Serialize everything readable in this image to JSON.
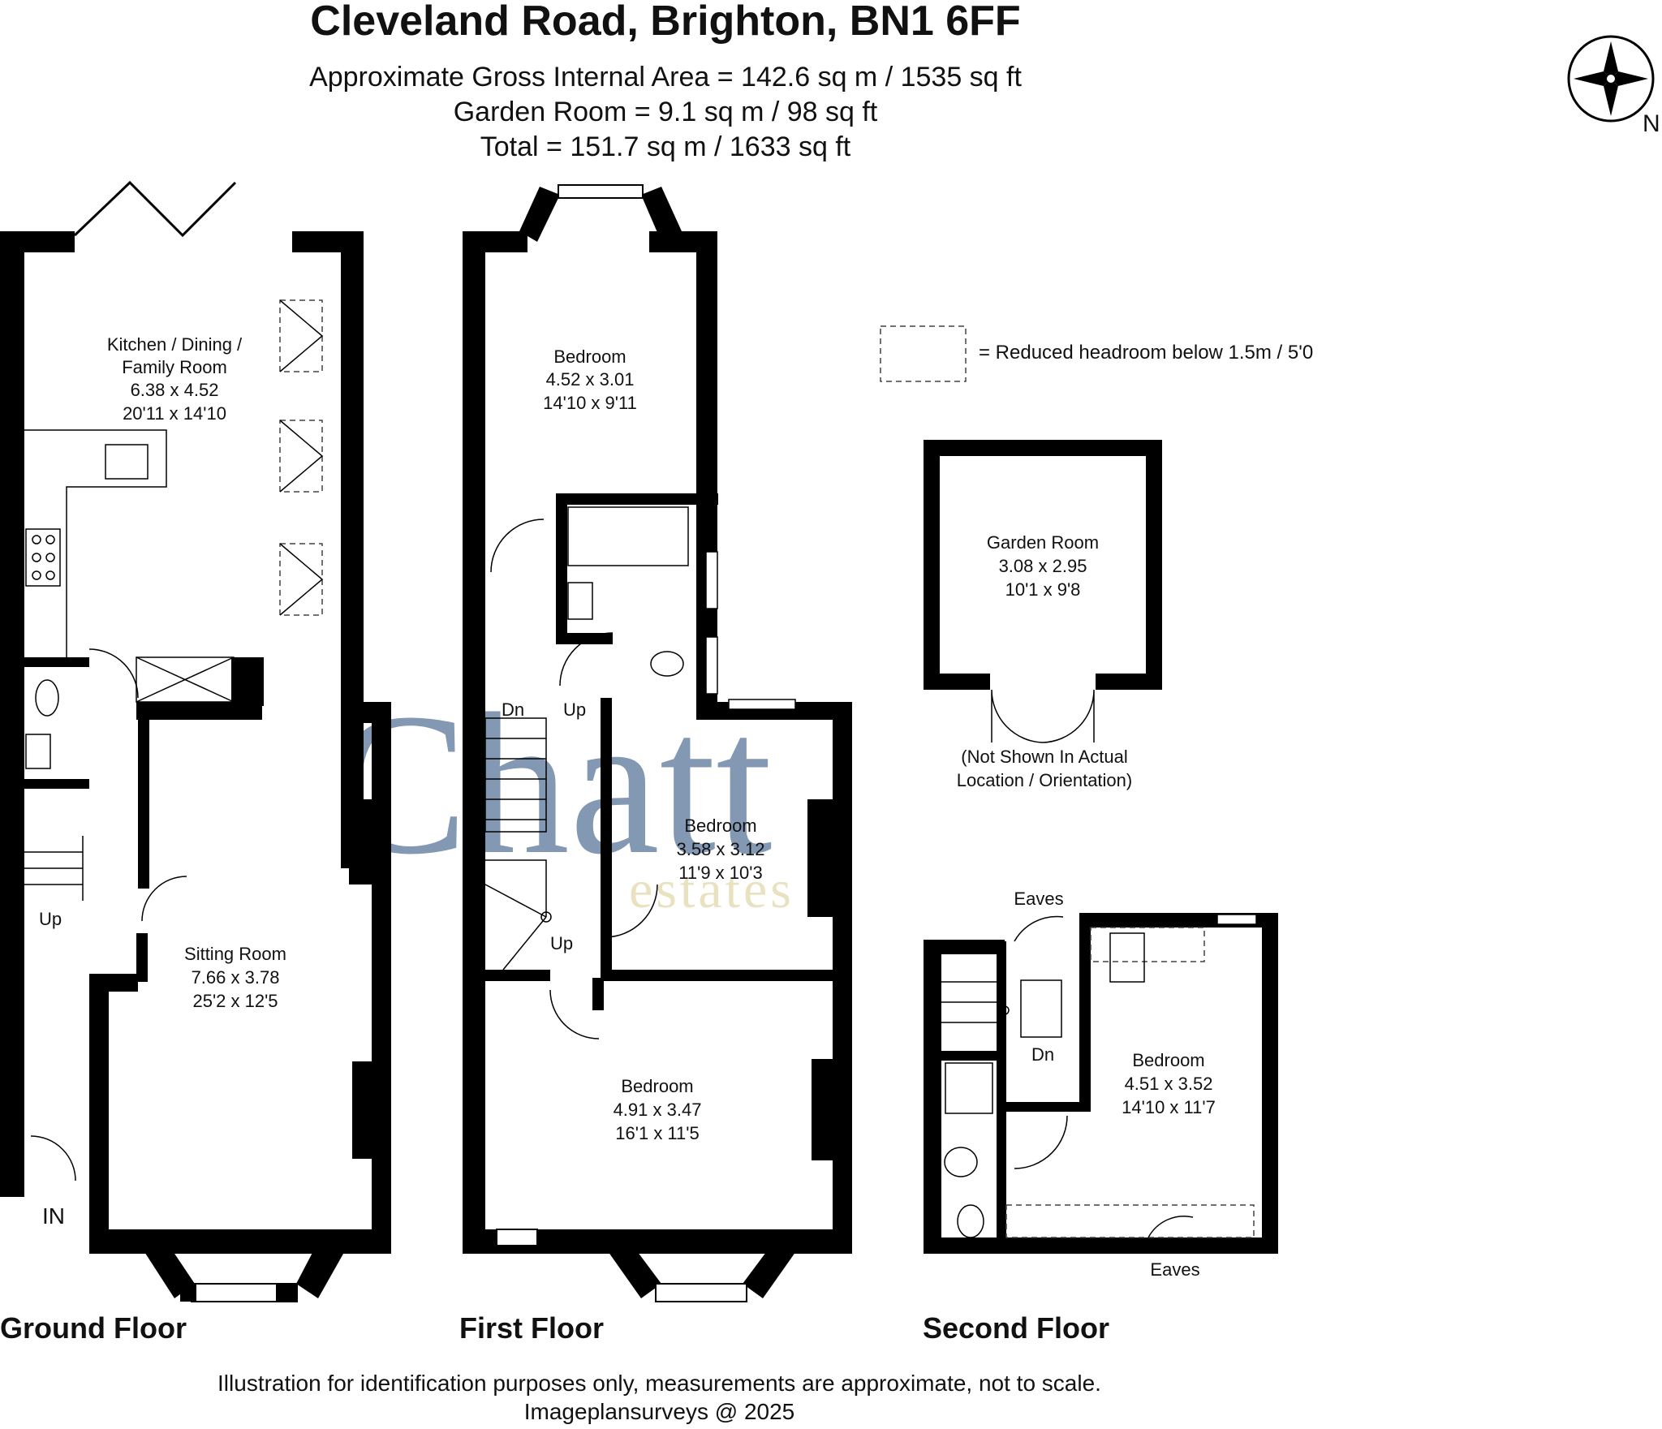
{
  "header": {
    "title": "Cleveland Road, Brighton, BN1 6FF",
    "area_gross": "Approximate Gross Internal Area = 142.6 sq m / 1535 sq ft",
    "area_garden": "Garden Room = 9.1 sq m / 98 sq ft",
    "area_total": "Total = 151.7 sq m / 1633 sq ft"
  },
  "compass": {
    "label": "N"
  },
  "legend": {
    "text": "= Reduced headroom below 1.5m / 5'0"
  },
  "watermark": {
    "brand": "Chatt",
    "sub": "estates"
  },
  "ground_floor": {
    "label": "Ground Floor",
    "kitchen": {
      "name_1": "Kitchen / Dining /",
      "name_2": "Family Room",
      "metric": "6.38 x 4.52",
      "imperial": "20'11 x 14'10"
    },
    "sitting": {
      "name": "Sitting Room",
      "metric": "7.66 x 3.78",
      "imperial": "25'2 x 12'5"
    },
    "stairs_up": "Up",
    "entrance": "IN"
  },
  "first_floor": {
    "label": "First Floor",
    "bedroom_rear": {
      "name": "Bedroom",
      "metric": "4.52 x 3.01",
      "imperial": "14'10 x 9'11"
    },
    "bedroom_middle": {
      "name": "Bedroom",
      "metric": "3.58 x 3.12",
      "imperial": "11'9 x 10'3"
    },
    "bedroom_front": {
      "name": "Bedroom",
      "metric": "4.91 x 3.47",
      "imperial": "16'1 x 11'5"
    },
    "stairs_dn": "Dn",
    "stairs_up": "Up",
    "stairs_up_2": "Up"
  },
  "garden_room": {
    "name": "Garden Room",
    "metric": "3.08 x 2.95",
    "imperial": "10'1 x 9'8",
    "note_1": "(Not Shown In Actual",
    "note_2": "Location / Orientation)"
  },
  "second_floor": {
    "label": "Second Floor",
    "bedroom": {
      "name": "Bedroom",
      "metric": "4.51 x 3.52",
      "imperial": "14'10 x 11'7"
    },
    "eaves_top": "Eaves",
    "eaves_bottom": "Eaves",
    "stairs_dn": "Dn"
  },
  "footer": {
    "disclaimer": "Illustration for identification purposes only, measurements are approximate, not to scale.",
    "copyright": "Imageplansurveys @ 2025"
  }
}
